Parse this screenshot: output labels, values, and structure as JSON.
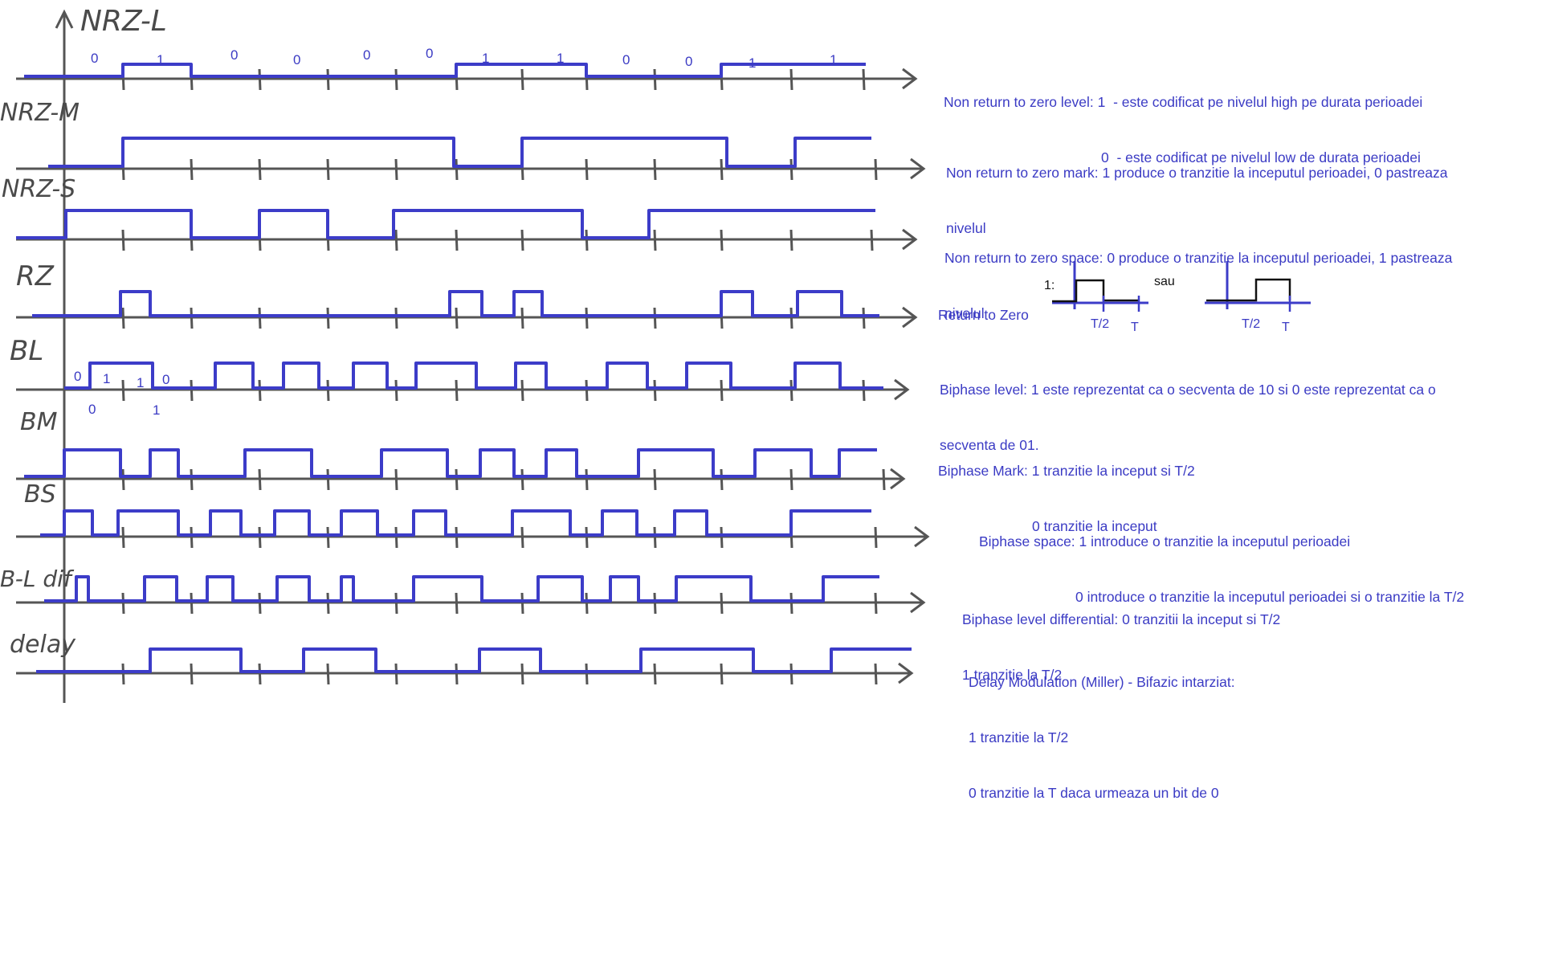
{
  "colors": {
    "signal": "#3c3cc8",
    "axis": "#555555",
    "text": "#3b3bc4",
    "black": "#111111"
  },
  "rows": [
    {
      "id": "nrz-l",
      "label": "NRZ-L",
      "bits_top": [
        "0",
        "1",
        "0",
        "0",
        "0",
        "0",
        "1",
        "1",
        "0",
        "0",
        "1",
        "1"
      ]
    },
    {
      "id": "nrz-m",
      "label": "NRZ-M"
    },
    {
      "id": "nrz-s",
      "label": "NRZ-S"
    },
    {
      "id": "rz",
      "label": "RZ"
    },
    {
      "id": "bl",
      "label": "BL",
      "bits_top": [
        "0",
        "1",
        "1",
        "0"
      ],
      "bits_bottom": [
        "0",
        "1"
      ]
    },
    {
      "id": "bm",
      "label": "BM"
    },
    {
      "id": "bs",
      "label": "BS"
    },
    {
      "id": "bl-dif",
      "label": "B-L dif"
    },
    {
      "id": "delay",
      "label": "delay"
    }
  ],
  "notes": {
    "nrz_l": {
      "line1": "Non return to zero level: 1  - este codificat pe nivelul high pe durata perioadei",
      "line2": "0  - este codificat pe nivelul low de durata perioadei"
    },
    "nrz_m": {
      "line1": "Non return to zero mark: 1 produce o tranzitie la inceputul perioadei, 0 pastreaza",
      "line2": "nivelul"
    },
    "nrz_s": {
      "line1": "Non return to zero space: 0 produce o tranzitie la inceputul perioadei, 1 pastreaza",
      "line2": "nivelul"
    },
    "rz": {
      "title": "Return to Zero",
      "one_label": "1:",
      "or_label": "sau",
      "t_half": "T/2",
      "t_full": "T"
    },
    "bl": {
      "line1": "Biphase level: 1 este reprezentat ca o secventa de 10 si 0 este reprezentat ca o",
      "line2": "secventa de 01."
    },
    "bm": {
      "line1": "Biphase Mark: 1 tranzitie la inceput si T/2",
      "line2": "0 tranzitie la inceput"
    },
    "bs": {
      "line1": "Biphase space: 1 introduce o tranzitie la inceputul perioadei",
      "line2": "0 introduce o tranzitie la inceputul perioadei si o tranzitie la T/2"
    },
    "bl_dif": {
      "line1": "Biphase level differential: 0 tranzitii la inceput si T/2",
      "line2": "1 tranzitie la T/2"
    },
    "delay": {
      "line1": "Delay Modulation (Miller) - Bifazic intarziat:",
      "line2": "1 tranzitie la T/2",
      "line3": "0 tranzitie la T daca urmeaza un bit de 0"
    }
  }
}
